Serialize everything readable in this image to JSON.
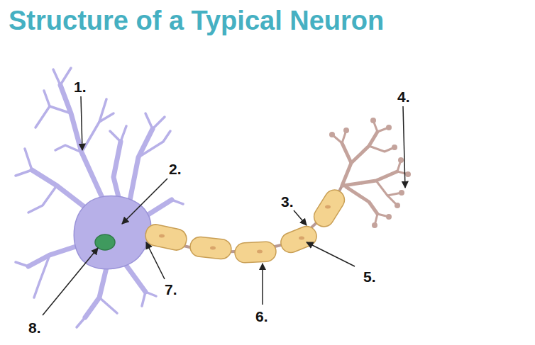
{
  "diagram": {
    "title": "Structure of a Typical Neuron",
    "labels": [
      "1.",
      "2.",
      "3.",
      "4.",
      "5.",
      "6.",
      "7.",
      "8."
    ]
  }
}
